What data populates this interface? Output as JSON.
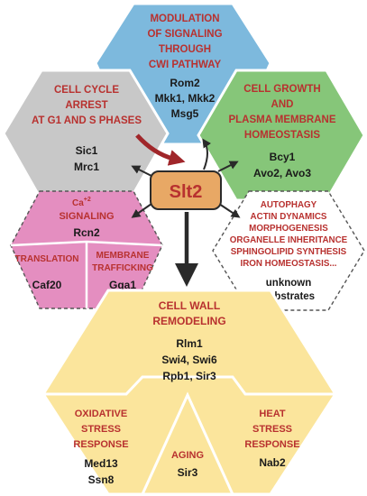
{
  "center": {
    "label": "Slt2"
  },
  "hexes": {
    "modulation": {
      "title_lines": [
        "MODULATION",
        "OF SIGNALING",
        "THROUGH",
        "CWI PATHWAY"
      ],
      "proteins": [
        "Rom2",
        "Mkk1, Mkk2",
        "Msg5"
      ],
      "color": "#7db9dd"
    },
    "cell_cycle": {
      "title_lines": [
        "CELL CYCLE",
        "ARREST",
        "AT G1 AND S PHASES"
      ],
      "proteins": [
        "Sic1",
        "Mrc1"
      ],
      "color": "#c8c8c8"
    },
    "cell_growth": {
      "title_lines": [
        "CELL GROWTH",
        "AND",
        "PLASMA MEMBRANE",
        "HOMEOSTASIS"
      ],
      "proteins": [
        "Bcy1",
        "Avo2, Avo3"
      ],
      "color": "#86c679"
    },
    "pink": {
      "ca_title": "SIGNALING",
      "ca_superscript": "+2",
      "ca_base": "Ca",
      "ca_protein": "Rcn2",
      "translation_title": "TRANSLATION",
      "translation_protein": "Caf20",
      "membrane_title_lines": [
        "MEMBRANE",
        "TRAFFICKING"
      ],
      "membrane_protein": "Gga1",
      "color": "#e48ec0"
    },
    "unknown": {
      "title_lines": [
        "AUTOPHAGY",
        "ACTIN DYNAMICS",
        "MORPHOGENESIS",
        "ORGANELLE INHERITANCE",
        "SPHINGOLIPID SYNTHESIS",
        "IRON HOMEOSTASIS..."
      ],
      "proteins": [
        "unknown",
        "substrates"
      ]
    },
    "cell_wall": {
      "title_lines": [
        "CELL WALL",
        "REMODELING"
      ],
      "proteins": [
        "Rlm1",
        "Swi4, Swi6",
        "Rpb1, Sir3"
      ],
      "color": "#fbe59c"
    },
    "oxidative": {
      "title_lines": [
        "OXIDATIVE",
        "STRESS",
        "RESPONSE"
      ],
      "proteins": [
        "Med13",
        "Ssn8"
      ]
    },
    "heat": {
      "title_lines": [
        "HEAT",
        "STRESS",
        "RESPONSE"
      ],
      "proteins": [
        "Nab2"
      ]
    },
    "aging": {
      "title": "AGING",
      "protein": "Sir3"
    }
  }
}
